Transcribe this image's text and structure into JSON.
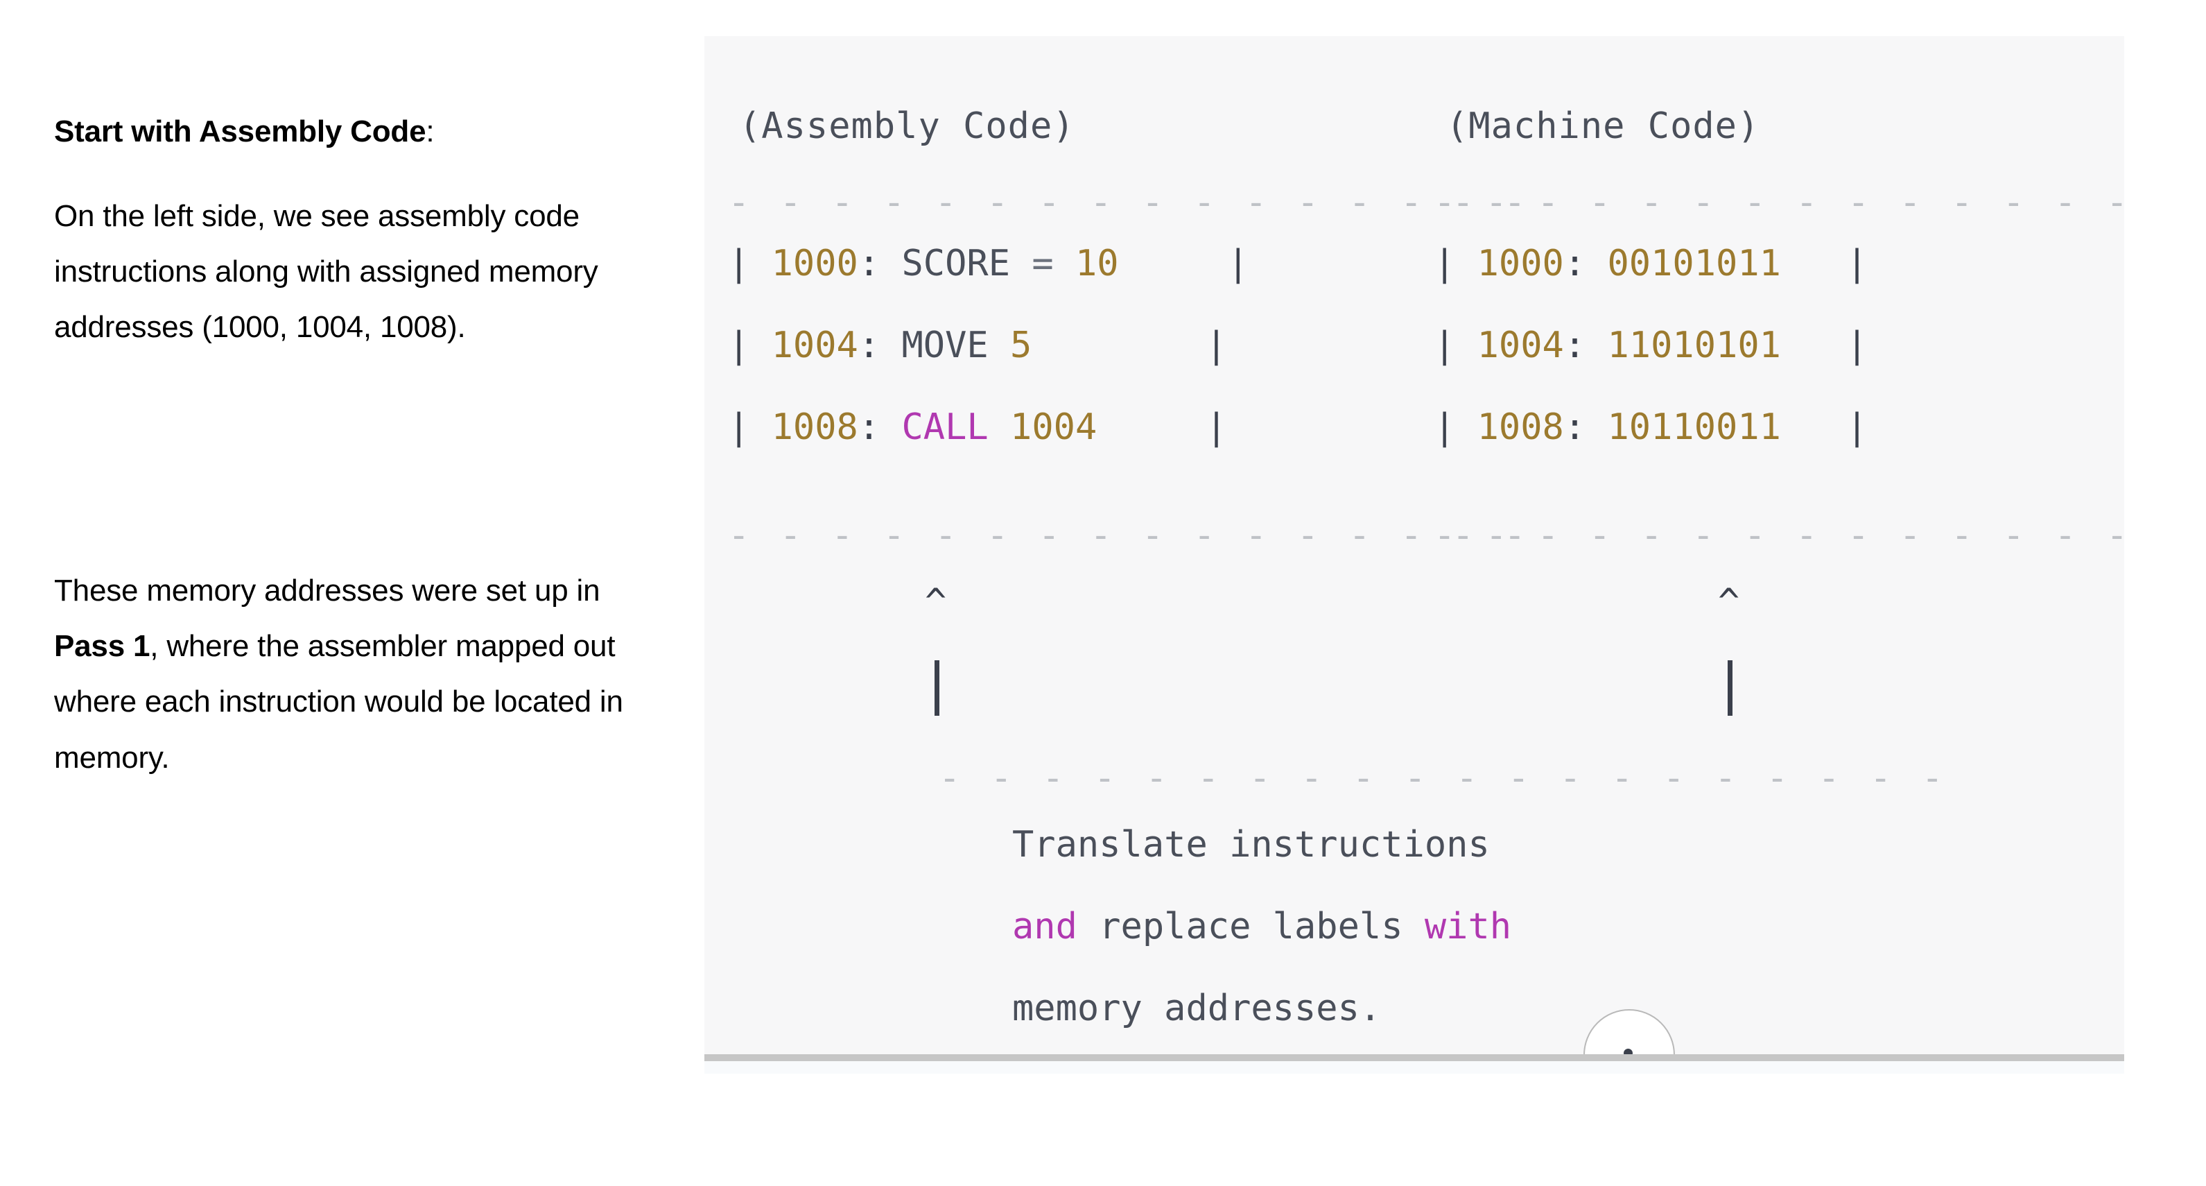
{
  "left_column": {
    "heading_bold": "Start with Assembly Code",
    "heading_tail": ":",
    "paragraph_1": "On the left side, we see assembly code instructions along with assigned memory addresses (1000, 1004, 1008).",
    "paragraph_2_part1": "These memory addresses were set up in ",
    "paragraph_2_bold": "Pass 1",
    "paragraph_2_part2": ", where the assembler mapped out where each instruction would be located in memory."
  },
  "code_panel": {
    "background_color": "#f7f7f8",
    "headers": {
      "assembly": "(Assembly Code)",
      "machine": "(Machine Code)"
    },
    "dashes": {
      "assembly_top": "- - - - - - - - - - - - - - - -",
      "machine_top": "- - - - - - - - - - - - - - - -",
      "assembly_bottom": "- - - - - - - - - - - - - - - -",
      "machine_bottom": "- - - - - - - - - - - - - - - -",
      "middle": "- - - - - - - - - - - - - - - - - - - -"
    },
    "assembly_rows": [
      {
        "left_pipe": "|",
        "address": "1000",
        "colon": ":",
        "mnemonic": "SCORE",
        "operator": "=",
        "operand": "10",
        "operand_kind": "number",
        "right_pipe": "|"
      },
      {
        "left_pipe": "|",
        "address": "1004",
        "colon": ":",
        "mnemonic": "MOVE",
        "operator": "",
        "operand": "5",
        "operand_kind": "number",
        "right_pipe": "|"
      },
      {
        "left_pipe": "|",
        "address": "1008",
        "colon": ":",
        "mnemonic": "CALL",
        "operator": "",
        "operand": "1004",
        "operand_kind": "number",
        "right_pipe": "|"
      }
    ],
    "machine_rows": [
      {
        "left_pipe": "|",
        "address": "1000",
        "colon": ":",
        "bits": "00101011",
        "right_pipe": "|"
      },
      {
        "left_pipe": "|",
        "address": "1004",
        "colon": ":",
        "bits": "11010101",
        "right_pipe": "|"
      },
      {
        "left_pipe": "|",
        "address": "1008",
        "colon": ":",
        "bits": "10110011",
        "right_pipe": "|"
      }
    ],
    "arrows": {
      "left_caret": "^",
      "right_caret": "^"
    },
    "caption": {
      "line1": "Translate instructions",
      "line2_a": "and",
      "line2_b": " replace labels ",
      "line2_c": "with",
      "line3": "memory addresses."
    },
    "colors": {
      "address_gold": "#9c7a2e",
      "keyword_magenta": "#b038b0",
      "identifier_gray": "#4a4f5a",
      "pipe_slate": "#3b404c",
      "dash_gray": "#bfc2c7",
      "panel_bg": "#f7f7f8",
      "footer_bar": "#c6c6c6"
    }
  }
}
